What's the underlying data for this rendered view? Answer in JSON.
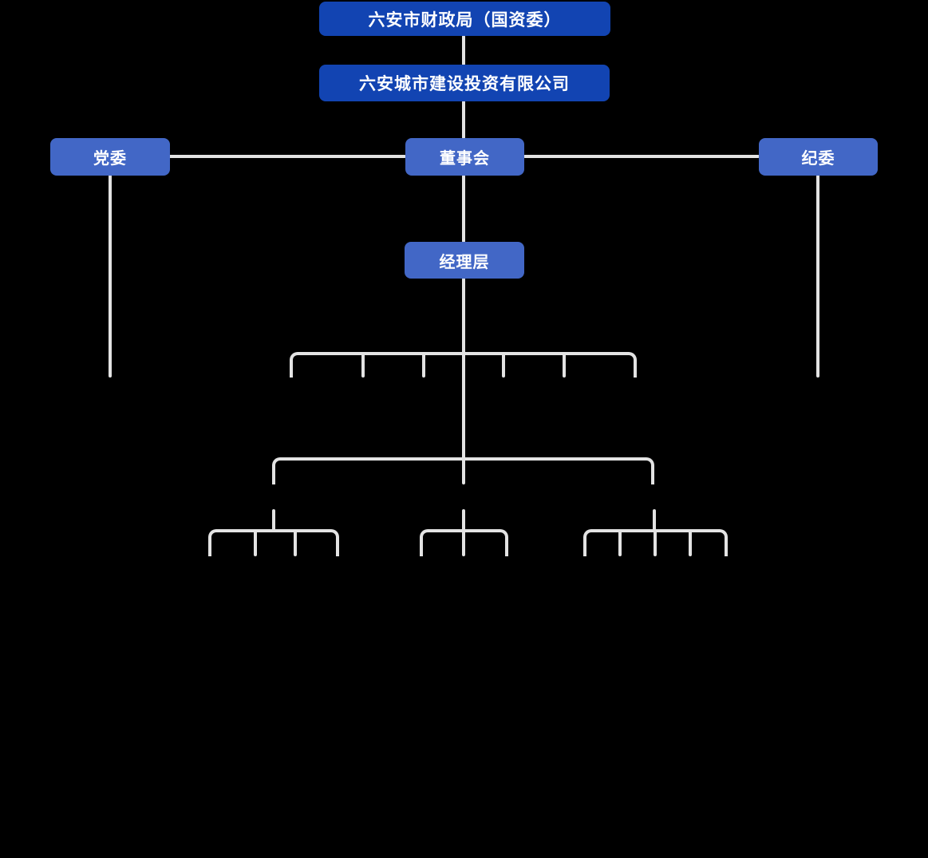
{
  "page": {
    "background_color": "#000000"
  },
  "org_chart": {
    "nodes": {
      "root": "六安市财政局（国资委）",
      "company": "六安城市建设投资有限公司",
      "party_committee": "党委",
      "board": "董事会",
      "discipline_committee": "纪委",
      "management": "经理层"
    },
    "colors": {
      "primary_box": "#1244b2",
      "secondary_box": "#4267c6",
      "connector_line": "#e3e3e3",
      "text": "#ffffff"
    },
    "unlabeled_branches": {
      "level1_children_under_management": 6,
      "level2_groups": 3,
      "level3_children_per_group": [
        4,
        3,
        5
      ]
    }
  }
}
